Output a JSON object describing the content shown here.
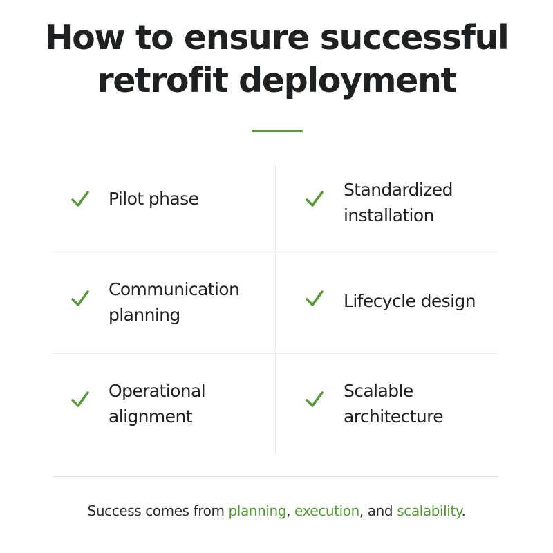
{
  "title": {
    "line1": "How to ensure successful",
    "line2": "retrofit deployment"
  },
  "accent_color": "#5a9a3c",
  "items": [
    {
      "label": "Pilot phase",
      "icon": "checkmark-icon"
    },
    {
      "label": "Standardized\ninstallation",
      "icon": "checkmark-icon"
    },
    {
      "label": "Communication\nplanning",
      "icon": "checkmark-icon"
    },
    {
      "label": "Lifecycle design",
      "icon": "checkmark-icon"
    },
    {
      "label": "Operational\nalignment",
      "icon": "checkmark-icon"
    },
    {
      "label": "Scalable\narchitecture",
      "icon": "checkmark-icon"
    }
  ],
  "footer": {
    "prefix": "Success comes from ",
    "word1": "planning",
    "sep1": ", ",
    "word2": "execution",
    "sep2": ", and ",
    "word3": "scalability",
    "suffix": "."
  }
}
